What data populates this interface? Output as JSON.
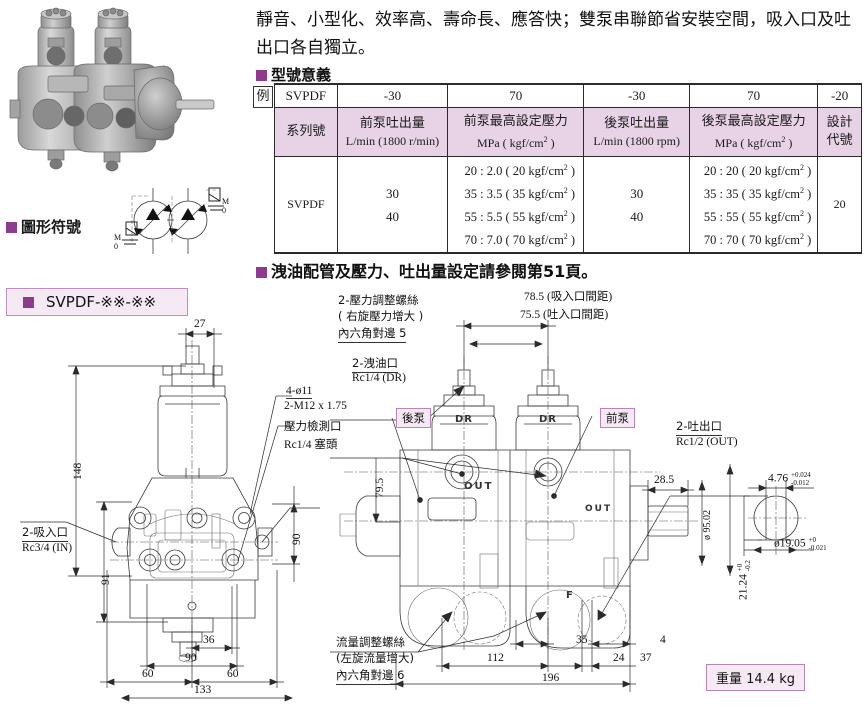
{
  "intro": {
    "paragraph": "靜音、小型化、效率高、壽命長、應答快；雙泵串聯節省安裝空間，吸入口及吐出口各自獨立。",
    "model_section_title": "型號意義",
    "drain_note": "洩油配管及壓力、吐出量設定請參閱第51頁。"
  },
  "left": {
    "photo_alt": "SVPDF series double vane pump photo",
    "symbol_title": "圖形符號",
    "symbol_marks": [
      "M",
      "0",
      "M",
      "0"
    ],
    "model_chip": "SVPDF-※※-※※"
  },
  "model_table": {
    "example_label": "例",
    "code_row": [
      "SVPDF",
      "-30",
      "70",
      "-30",
      "70",
      "-20"
    ],
    "header_row": [
      {
        "l1": "系列號",
        "l2": ""
      },
      {
        "l1": "前泵吐出量",
        "l2": "L/min (1800 r/min)"
      },
      {
        "l1": "前泵最高設定壓力",
        "l2": "MPa ( kgf/cm2 )"
      },
      {
        "l1": "後泵吐出量",
        "l2": "L/min (1800 rpm)"
      },
      {
        "l1": "後泵最高設定壓力",
        "l2": "MPa ( kgf/cm2 )"
      },
      {
        "l1": "設計",
        "l2": "代號"
      }
    ],
    "body_row": {
      "series": "SVPDF",
      "front_flow": [
        "30",
        "40"
      ],
      "front_pressure": [
        "20 : 2.0 ( 20 kgf/cm2 )",
        "35 : 3.5 ( 35 kgf/cm2 )",
        "55 : 5.5 ( 55 kgf/cm2 )",
        "70 : 7.0 ( 70 kgf/cm2 )"
      ],
      "rear_flow": [
        "30",
        "40"
      ],
      "rear_pressure": [
        "20 : 20 ( 20 kgf/cm2 )",
        "35 : 35 ( 35 kgf/cm2 )",
        "55 : 55 ( 55 kgf/cm2 )",
        "70 : 70 ( 70 kgf/cm2 )"
      ],
      "design_code": "20"
    }
  },
  "drawing_left": {
    "dims": {
      "d27": "27",
      "d148": "148",
      "d91": "91",
      "d90_v": "90",
      "d36": "36",
      "d90_h": "90",
      "d60a": "60",
      "d60b": "60",
      "d133": "133"
    },
    "labels": {
      "holes": "4-ø11",
      "thread": "2-M12 x 1.75",
      "pressure_port": "壓力檢測口",
      "pressure_plug": "Rc1/4 塞頭",
      "suction": "2-吸入口",
      "suction_spec": "Rc3/4 (IN)"
    }
  },
  "drawing_center": {
    "labels": {
      "adj_screw": "2-壓力調整螺絲",
      "adj_screw_note": "( 右旋壓力增大 )",
      "adj_screw_hex": "內六角對邊 5",
      "drain_port": "2-洩油口",
      "drain_spec": "Rc1/4 (DR)",
      "rear_pump": "後泵",
      "front_pump": "前泵",
      "out_port": "2-吐出口",
      "out_spec": "Rc1/2 (OUT)",
      "flow_screw": "流量調整螺絲",
      "flow_screw_note": "(左旋流量增大)",
      "flow_screw_hex": "內六角對邊 6",
      "port_out_text": "OUT",
      "port_dr_text": "DR"
    },
    "dims": {
      "d785": "78.5 (吸入口間距)",
      "d755": "75.5 (吐入口間距)",
      "d795": "79.5",
      "d285": "28.5",
      "d9502": "ø 95.02",
      "d112": "112",
      "d35": "35",
      "d24": "24",
      "d4": "4",
      "d37": "37",
      "d196": "196"
    }
  },
  "drawing_right": {
    "d476": "4.76",
    "d476_tol_up": "+0.024",
    "d476_tol_lo": "-0.012",
    "d1905": "ø19.05",
    "d1905_tol_up": "+0",
    "d1905_tol_lo": "-0.021",
    "d2124": "21.24",
    "d2124_tol_up": "+0",
    "d2124_tol_lo": "-0.2"
  },
  "weight": "重量 14.4 kg",
  "colors": {
    "accent": "#8e3b8e",
    "header_fill": "#e7d3e5",
    "chip_fill": "#f5e9f4",
    "chip_border": "#b985b9",
    "line": "#2b2b2b"
  }
}
